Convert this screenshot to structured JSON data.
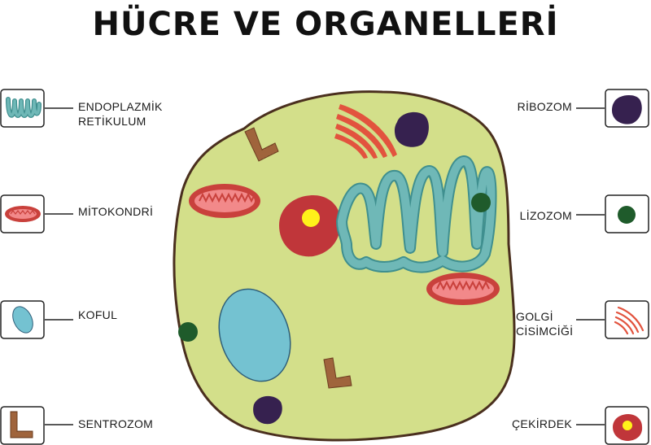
{
  "title": "HÜCRE VE ORGANELLERİ",
  "labels": {
    "endoplazmik_1": "ENDOPLAZMİK",
    "endoplazmik_2": "RETİKULUM",
    "mitokondri": "MİTOKONDRİ",
    "koful": "KOFUL",
    "sentrozom": "SENTROZOM",
    "ribozom": "RİBOZOM",
    "lizozom": "LİZOZOM",
    "golgi_1": "GOLGİ",
    "golgi_2": "CİSİMCİĞİ",
    "cekirdek": "ÇEKİRDEK"
  },
  "colors": {
    "cytoplasm": "#d3df8a",
    "membrane": "#4a2f1e",
    "er": "#6fb8b7",
    "mitochondria_outer": "#c9413c",
    "mitochondria_inner": "#f2898a",
    "vacuole": "#74c2d1",
    "centrosome": "#a9693d",
    "ribosome": "#36214f",
    "lysosome": "#1f5b2b",
    "golgi": "#e2533e",
    "nucleus": "#c0363a",
    "nucleolus": "#fff21a"
  }
}
